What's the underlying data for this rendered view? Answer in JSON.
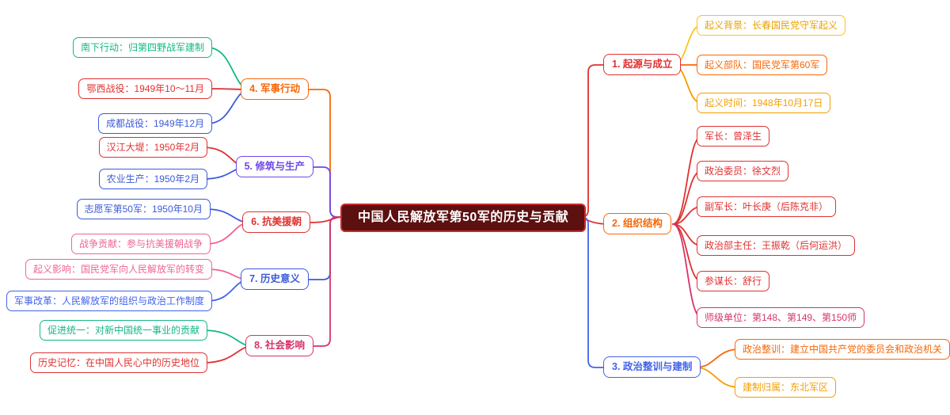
{
  "mindmap": {
    "root": {
      "label": "中国人民解放军第50军的历史与贡献"
    },
    "branches": [
      {
        "label": "1. 起源与成立",
        "side": "right",
        "color": "#e03131",
        "children": [
          {
            "label": "起义背景：长春国民党守军起义",
            "color": "#fcc419"
          },
          {
            "label": "起义部队：国民党军第60军",
            "color": "#f76707"
          },
          {
            "label": "起义时间：1948年10月17日",
            "color": "#f59f00"
          }
        ]
      },
      {
        "label": "2. 组织结构",
        "side": "right",
        "color": "#f76707",
        "children": [
          {
            "label": "军长：曾泽生",
            "color": "#e03131"
          },
          {
            "label": "政治委员：徐文烈",
            "color": "#e03131"
          },
          {
            "label": "副军长：叶长庚（后陈克非）",
            "color": "#e03131"
          },
          {
            "label": "政治部主任：王振乾（后何运洪）",
            "color": "#e03131"
          },
          {
            "label": "参谋长：舒行",
            "color": "#e03131"
          },
          {
            "label": "师级单位：第148、第149、第150师",
            "color": "#d6336c"
          }
        ]
      },
      {
        "label": "3. 政治整训与建制",
        "side": "right",
        "color": "#4263eb",
        "children": [
          {
            "label": "政治整训：建立中国共产党的委员会和政治机关",
            "color": "#f76707"
          },
          {
            "label": "建制归属：东北军区",
            "color": "#f59f00"
          }
        ]
      },
      {
        "label": "4. 军事行动",
        "side": "left",
        "color": "#f76707",
        "children": [
          {
            "label": "南下行动：归第四野战军建制",
            "color": "#12b886"
          },
          {
            "label": "鄂西战役：1949年10～11月",
            "color": "#e03131"
          },
          {
            "label": "成都战役：1949年12月",
            "color": "#3b5bdb"
          }
        ]
      },
      {
        "label": "5. 修筑与生产",
        "side": "left",
        "color": "#7048e8",
        "children": [
          {
            "label": "汉江大堤：1950年2月",
            "color": "#e03131"
          },
          {
            "label": "农业生产：1950年2月",
            "color": "#3b5bdb"
          }
        ]
      },
      {
        "label": "6. 抗美援朝",
        "side": "left",
        "color": "#e03131",
        "children": [
          {
            "label": "志愿军第50军：1950年10月",
            "color": "#3b5bdb"
          },
          {
            "label": "战争贡献：参与抗美援朝战争",
            "color": "#f06595"
          }
        ]
      },
      {
        "label": "7. 历史意义",
        "side": "left",
        "color": "#3b5bdb",
        "children": [
          {
            "label": "起义影响：国民党军向人民解放军的转变",
            "color": "#f06595"
          },
          {
            "label": "军事改革：人民解放军的组织与政治工作制度",
            "color": "#4263eb"
          }
        ]
      },
      {
        "label": "8. 社会影响",
        "side": "left",
        "color": "#d6336c",
        "children": [
          {
            "label": "促进统一：对新中国统一事业的贡献",
            "color": "#12b886"
          },
          {
            "label": "历史记忆：在中国人民心中的历史地位",
            "color": "#e03131"
          }
        ]
      }
    ],
    "palette": {
      "root_background": "#5c1010",
      "root_border": "#c92a2a",
      "red": "#e03131",
      "orange": "#f76707",
      "amber": "#f59f00",
      "yellow": "#fcc419",
      "blue": "#3b5bdb",
      "indigo": "#4263eb",
      "purple": "#7048e8",
      "magenta": "#d6336c",
      "pink": "#f06595",
      "teal": "#12b886"
    }
  }
}
